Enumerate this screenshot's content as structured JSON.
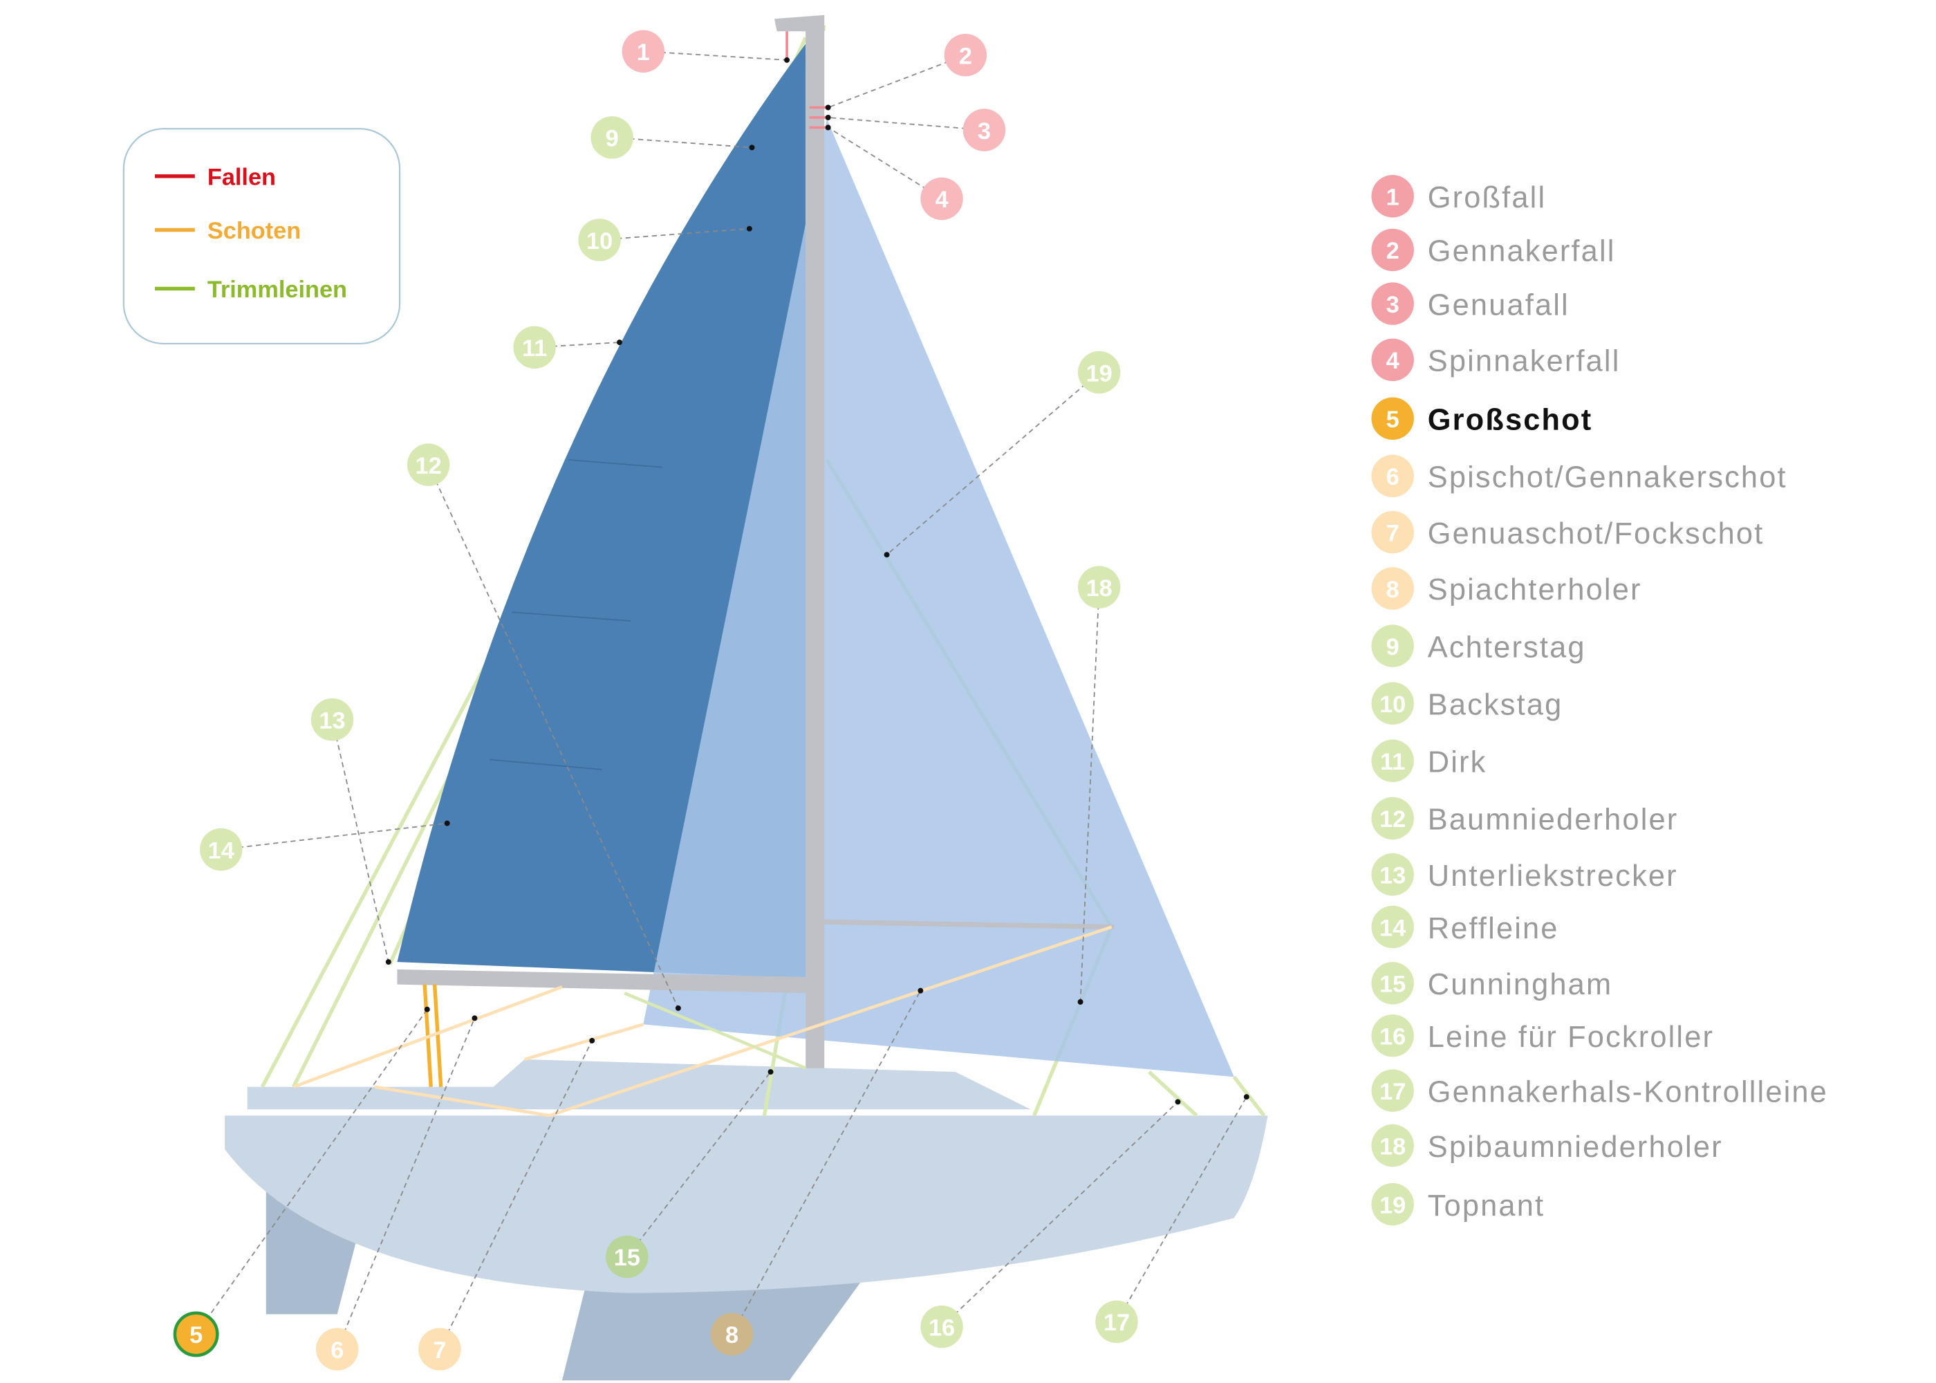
{
  "legend": {
    "items": [
      {
        "label": "Fallen",
        "color": "#d7101c"
      },
      {
        "label": "Schoten",
        "color": "#f2ac36"
      },
      {
        "label": "Trimmleinen",
        "color": "#8cba2c"
      }
    ]
  },
  "colors": {
    "fallen": "#f3a0a6",
    "schoten_active": "#f5b02e",
    "schoten": "#fde0b4",
    "trimm": "#d8e8b2",
    "label": "#9a9a9a",
    "label_active": "#111111"
  },
  "active_item": 5,
  "items": [
    {
      "num": "1",
      "label": "Großfall",
      "cat": "fallen"
    },
    {
      "num": "2",
      "label": "Gennakerfall",
      "cat": "fallen"
    },
    {
      "num": "3",
      "label": "Genuafall",
      "cat": "fallen"
    },
    {
      "num": "4",
      "label": "Spinnakerfall",
      "cat": "fallen"
    },
    {
      "num": "5",
      "label": "Großschot",
      "cat": "schoten"
    },
    {
      "num": "6",
      "label": "Spischot/Gennakerschot",
      "cat": "schoten"
    },
    {
      "num": "7",
      "label": "Genuaschot/Fockschot",
      "cat": "schoten"
    },
    {
      "num": "8",
      "label": "Spiachterholer",
      "cat": "schoten"
    },
    {
      "num": "9",
      "label": "Achterstag",
      "cat": "trimm"
    },
    {
      "num": "10",
      "label": "Backstag",
      "cat": "trimm"
    },
    {
      "num": "11",
      "label": "Dirk",
      "cat": "trimm"
    },
    {
      "num": "12",
      "label": "Baumniederholer",
      "cat": "trimm"
    },
    {
      "num": "13",
      "label": "Unterliekstrecker",
      "cat": "trimm"
    },
    {
      "num": "14",
      "label": "Reffleine",
      "cat": "trimm"
    },
    {
      "num": "15",
      "label": "Cunningham",
      "cat": "trimm"
    },
    {
      "num": "16",
      "label": "Leine für Fockroller",
      "cat": "trimm"
    },
    {
      "num": "17",
      "label": "Gennakerhals-Kontrollleine",
      "cat": "trimm"
    },
    {
      "num": "18",
      "label": "Spibaumniederholer",
      "cat": "trimm"
    },
    {
      "num": "19",
      "label": "Topnant",
      "cat": "trimm"
    }
  ]
}
